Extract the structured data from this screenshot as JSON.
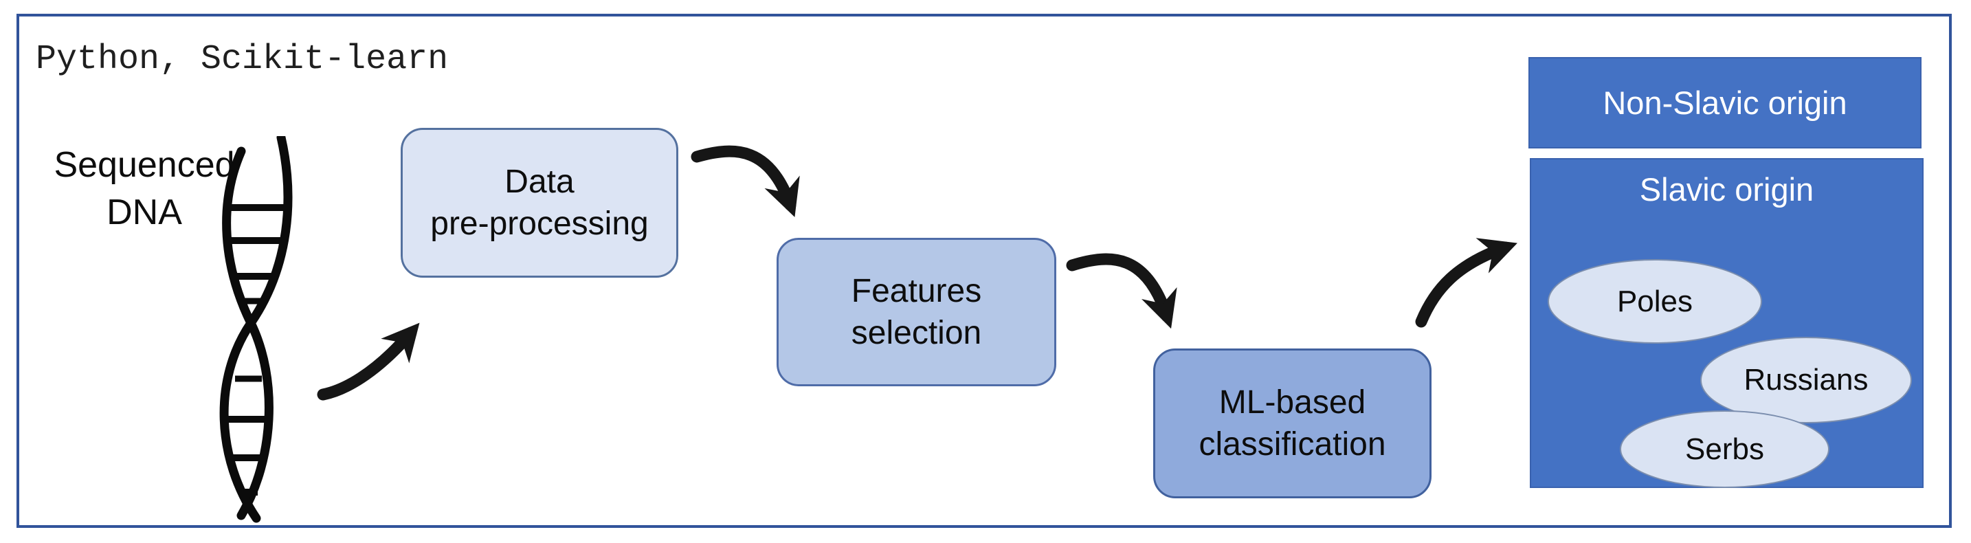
{
  "frame": {
    "border_color": "#31549b"
  },
  "header": {
    "tech_stack_label": "Python, Scikit-learn"
  },
  "input_stage": {
    "label": "Sequenced\nDNA",
    "icon": "dna-helix-icon"
  },
  "pipeline_steps": [
    {
      "label": "Data\npre-processing",
      "fill": "#dce4f4",
      "border": "#54719f"
    },
    {
      "label": "Features\nselection",
      "fill": "#b4c7e7",
      "border": "#4f6ca8"
    },
    {
      "label": "ML-based\nclassification",
      "fill": "#8faadc",
      "border": "#41619e"
    }
  ],
  "output_stage": {
    "panel_fill": "#4472c4",
    "panel_border": "#3a62ae",
    "text_color": "#ffffff",
    "classes": [
      {
        "label": "Non-Slavic origin"
      },
      {
        "label": "Slavic origin"
      }
    ],
    "slavic_groups": [
      {
        "label": "Poles"
      },
      {
        "label": "Russians"
      },
      {
        "label": "Serbs"
      }
    ],
    "group_fill": "#dae3f3",
    "group_border": "#7b8eae"
  },
  "graphics": {
    "arrow_color": "#161616",
    "dna_color": "#0b0b0b"
  }
}
